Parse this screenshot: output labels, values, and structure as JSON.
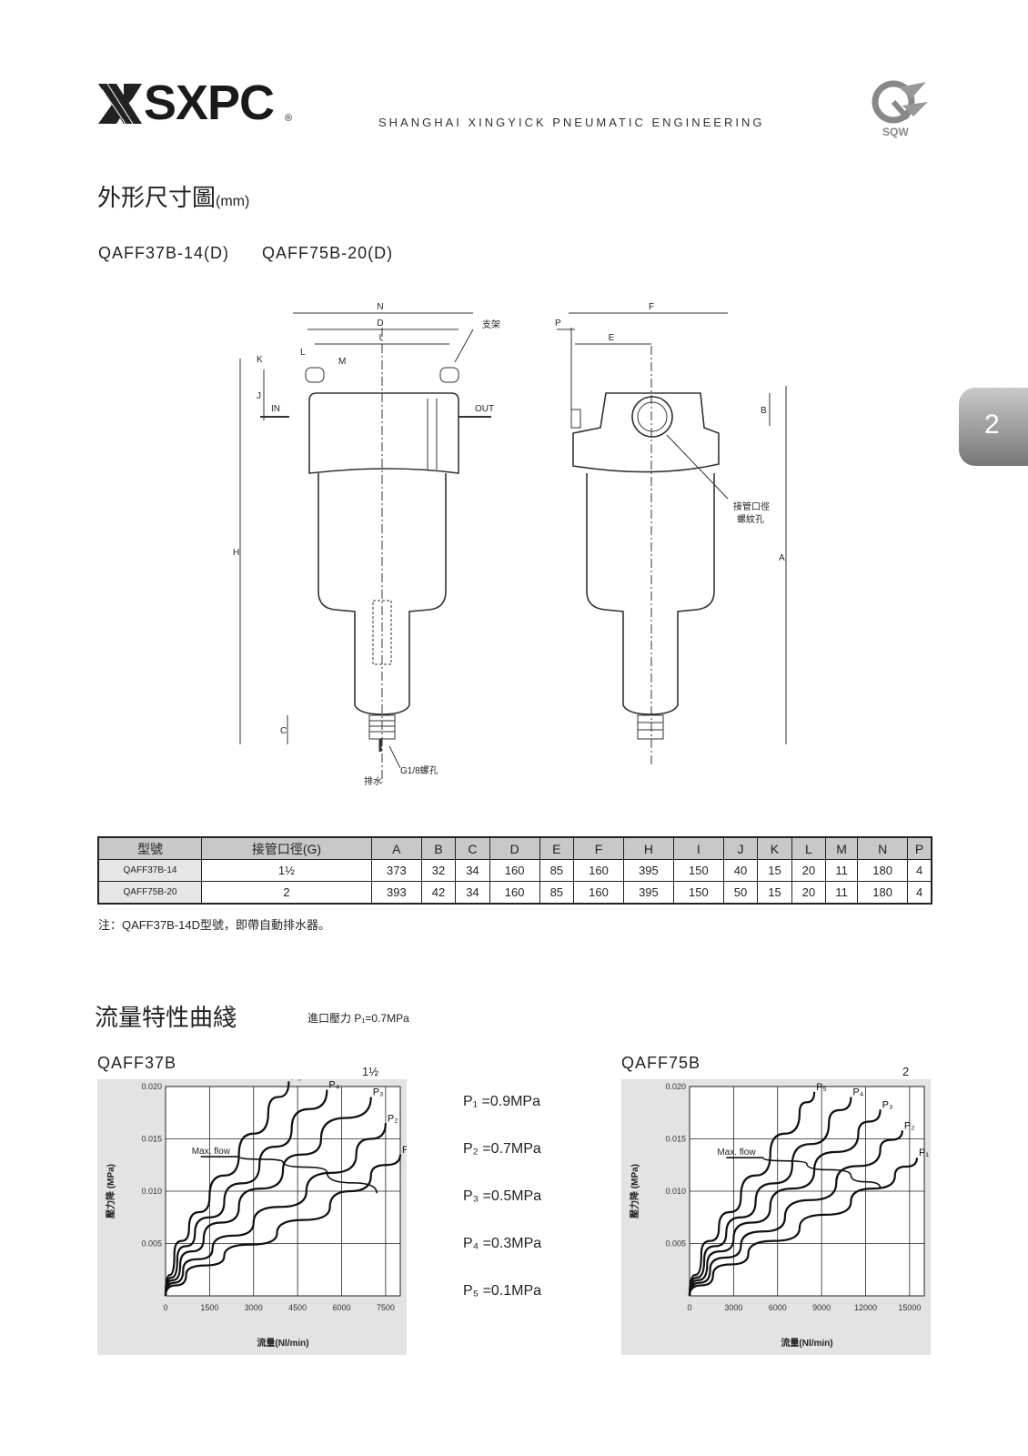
{
  "header": {
    "brand": "SXPC",
    "registered": "®",
    "company": "SHANGHAI XINGYICK PNEUMATIC ENGINEERING",
    "logo_label": "SQW"
  },
  "tab_number": "2",
  "dimensions_section": {
    "title": "外形尺寸圖",
    "unit": "(mm)",
    "models": [
      "QAFF37B-14(D)",
      "QAFF75B-20(D)"
    ]
  },
  "drawing": {
    "labels": {
      "N": "N",
      "D": "D",
      "I": "I",
      "L": "L",
      "M": "M",
      "K": "K",
      "J": "J",
      "H": "H",
      "C": "C",
      "F": "F",
      "E": "E",
      "P": "P",
      "B": "B",
      "A": "A",
      "bracket": "支架",
      "in": "IN",
      "out": "OUT",
      "port_thread": "接管口徑",
      "thread_hole": "螺紋孔",
      "drain_thread": "G1/8螺孔",
      "drain": "排水"
    }
  },
  "dimension_table": {
    "headers": [
      "型號",
      "接管口徑(G)",
      "A",
      "B",
      "C",
      "D",
      "E",
      "F",
      "H",
      "I",
      "J",
      "K",
      "L",
      "M",
      "N",
      "P"
    ],
    "rows": [
      [
        "QAFF37B-14",
        "1½",
        "373",
        "32",
        "34",
        "160",
        "85",
        "160",
        "395",
        "150",
        "40",
        "15",
        "20",
        "11",
        "180",
        "4"
      ],
      [
        "QAFF75B-20",
        "2",
        "393",
        "42",
        "34",
        "160",
        "85",
        "160",
        "395",
        "150",
        "50",
        "15",
        "20",
        "11",
        "180",
        "4"
      ]
    ],
    "note": "注：QAFF37B-14D型號，即帶自動排水器。"
  },
  "flow_section": {
    "title": "流量特性曲綫",
    "inlet_label": "進口壓力",
    "inlet_value": "P₁=0.7MPa",
    "pressures": [
      "P₁ =0.9MPa",
      "P₂ =0.7MPa",
      "P₃ =0.5MPa",
      "P₄ =0.3MPa",
      "P₅ =0.1MPa"
    ]
  },
  "chart_data": [
    {
      "type": "line",
      "title": "QAFF37B",
      "port": "1½",
      "xlabel": "流量(Nl/min)",
      "ylabel": "壓力降 (MPa)",
      "xlim": [
        0,
        8000
      ],
      "ylim": [
        0,
        0.02
      ],
      "xticks": [
        0,
        1500,
        3000,
        4500,
        6000,
        7500
      ],
      "yticks": [
        0.005,
        0.01,
        0.015,
        0.02
      ],
      "ytick_labels": [
        "0.005",
        "0.010",
        "0.015",
        "0.020"
      ],
      "grid": true,
      "annotation": "Max. flow",
      "series": [
        {
          "name": "P₅",
          "x": [
            0,
            300,
            800,
            1500,
            2500,
            3500,
            4200
          ],
          "y": [
            0,
            0.004,
            0.0065,
            0.0095,
            0.0135,
            0.0175,
            0.0205
          ]
        },
        {
          "name": "P₄",
          "x": [
            0,
            400,
            1000,
            2000,
            3200,
            4300,
            5500
          ],
          "y": [
            0,
            0.0035,
            0.006,
            0.009,
            0.0125,
            0.016,
            0.0197
          ]
        },
        {
          "name": "P₃",
          "x": [
            0,
            500,
            1300,
            2500,
            4000,
            5300,
            7000
          ],
          "y": [
            0,
            0.003,
            0.0055,
            0.0085,
            0.012,
            0.015,
            0.019
          ]
        },
        {
          "name": "P₂",
          "x": [
            0,
            600,
            1600,
            3000,
            4800,
            6500,
            7500
          ],
          "y": [
            0,
            0.0025,
            0.0045,
            0.007,
            0.01,
            0.0135,
            0.0165
          ]
        },
        {
          "name": "P₁",
          "x": [
            0,
            700,
            2000,
            3800,
            5600,
            7000,
            8000
          ],
          "y": [
            0,
            0.002,
            0.0038,
            0.006,
            0.0085,
            0.0115,
            0.0135
          ]
        }
      ],
      "max_flow_line": {
        "x": [
          1200,
          2500,
          4000,
          5500,
          7200
        ],
        "y": [
          0.0133,
          0.0133,
          0.0128,
          0.0118,
          0.0098
        ]
      }
    },
    {
      "type": "line",
      "title": "QAFF75B",
      "port": "2",
      "xlabel": "流量(Nl/min)",
      "ylabel": "壓力降 (MPa)",
      "xlim": [
        0,
        16000
      ],
      "ylim": [
        0,
        0.02
      ],
      "xticks": [
        0,
        3000,
        6000,
        9000,
        12000,
        15000
      ],
      "yticks": [
        0.005,
        0.01,
        0.015,
        0.02
      ],
      "ytick_labels": [
        "0.005",
        "0.010",
        "0.015",
        "0.020"
      ],
      "grid": true,
      "annotation": "Max. flow",
      "series": [
        {
          "name": "P₅",
          "x": [
            0,
            800,
            2000,
            3500,
            5500,
            7500,
            8500
          ],
          "y": [
            0,
            0.004,
            0.0065,
            0.0095,
            0.0135,
            0.0175,
            0.0195
          ]
        },
        {
          "name": "P₄",
          "x": [
            0,
            1000,
            2500,
            4500,
            7000,
            9500,
            11000
          ],
          "y": [
            0,
            0.0035,
            0.006,
            0.009,
            0.0125,
            0.0165,
            0.019
          ]
        },
        {
          "name": "P₃",
          "x": [
            0,
            1200,
            3000,
            5500,
            8500,
            11500,
            13000
          ],
          "y": [
            0,
            0.003,
            0.0055,
            0.0085,
            0.012,
            0.0155,
            0.0178
          ]
        },
        {
          "name": "P₂",
          "x": [
            0,
            1400,
            3500,
            6500,
            10000,
            13000,
            14500
          ],
          "y": [
            0,
            0.0025,
            0.0048,
            0.0075,
            0.0108,
            0.014,
            0.0158
          ]
        },
        {
          "name": "P₁",
          "x": [
            0,
            1600,
            4000,
            7500,
            11000,
            14000,
            15500
          ],
          "y": [
            0,
            0.002,
            0.004,
            0.0065,
            0.009,
            0.0115,
            0.0132
          ]
        }
      ],
      "max_flow_line": {
        "x": [
          2500,
          5000,
          8000,
          11000,
          13000
        ],
        "y": [
          0.0132,
          0.0132,
          0.0126,
          0.0115,
          0.0103
        ]
      }
    }
  ]
}
